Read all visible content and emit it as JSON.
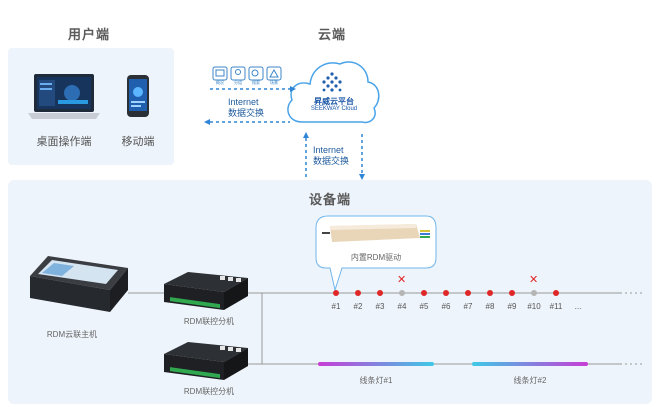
{
  "sections": {
    "user": "用户端",
    "cloud": "云端",
    "device": "设备端"
  },
  "user_side": {
    "desktop_label": "桌面操作端",
    "mobile_label": "移动端"
  },
  "cloud": {
    "name": "昇威云平台",
    "name_en": "SEEKWAY Cloud",
    "link_left": {
      "line1": "Internet",
      "line2": "数据交换"
    },
    "link_down": {
      "line1": "Internet",
      "line2": "数据交换"
    },
    "icon_labels": [
      "概况",
      "分组",
      "搜索",
      "场景"
    ]
  },
  "devices": {
    "host_label": "RDM云联主机",
    "splitter_top_label": "RDM联控分机",
    "splitter_bottom_label": "RDM联控分机",
    "driver_label": "内置RDM驱动",
    "nodes": [
      "#1",
      "#2",
      "#3",
      "#4",
      "#5",
      "#6",
      "#7",
      "#8",
      "#9",
      "#10",
      "#11",
      "..."
    ],
    "failed_nodes": [
      "#4",
      "#10"
    ],
    "strips": [
      "线条灯#1",
      "线条灯#2"
    ]
  },
  "colors": {
    "accent_blue": "#2f86d6",
    "node_red": "#e02727",
    "node_gray": "#b5b5b5",
    "strip_gradient": [
      "#c83cd6",
      "#3ec9e6"
    ]
  }
}
